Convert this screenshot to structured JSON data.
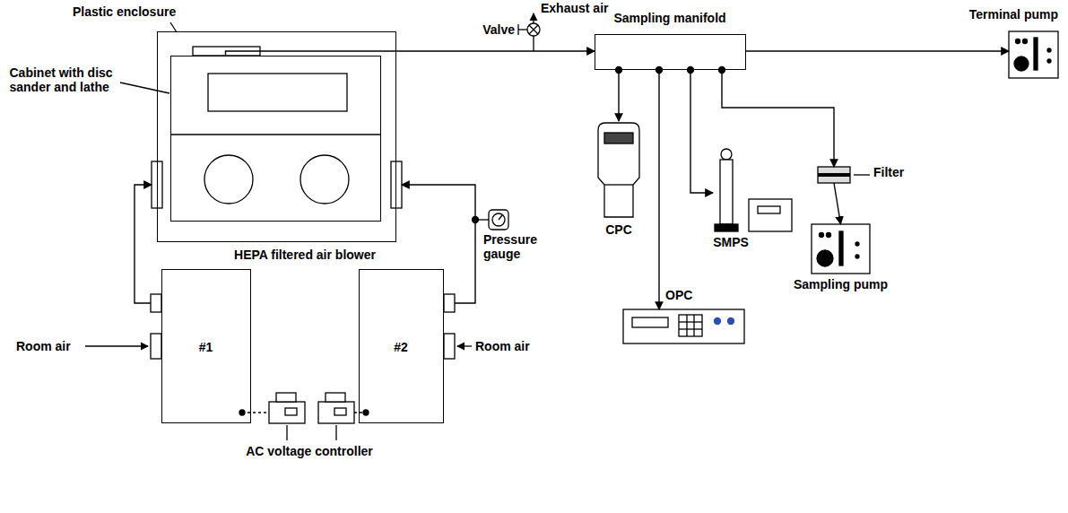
{
  "diagram": {
    "nodes": [
      {
        "text": [
          "Plastic enclosure"
        ]
      },
      {
        "text": [
          "Cabinet with disc sander and lathe"
        ],
        "in": 0
      },
      {
        "text": [
          "#1"
        ]
      },
      {
        "text": [
          "#2"
        ]
      },
      {
        "text": [
          "Sampling manifold"
        ]
      },
      {
        "text": [
          "CPC"
        ]
      },
      {
        "text": [
          "OPC"
        ]
      },
      {
        "text": [
          "SMPS"
        ]
      },
      {
        "text": [
          "Filter"
        ]
      },
      {
        "text": [
          "Sampling pump"
        ]
      },
      {
        "text": [
          "Terminal pump"
        ]
      },
      {
        "text": [
          "Pressure gauge"
        ]
      }
    ],
    "edges": [
      {
        "from": 1,
        "to": 4,
        "arrow": "to"
      },
      {
        "from": 2,
        "to": 0,
        "arrow": "to"
      },
      {
        "from": 3,
        "to": 0,
        "arrow": "to"
      },
      {
        "from": 4,
        "to": 5,
        "arrow": "to"
      },
      {
        "from": 4,
        "to": 6,
        "arrow": "to"
      },
      {
        "from": 4,
        "to": 7,
        "arrow": "to"
      },
      {
        "from": 4,
        "to": 8,
        "arrow": "to"
      },
      {
        "from": 8,
        "to": 9,
        "arrow": "to"
      },
      {
        "from": 4,
        "to": 10,
        "arrow": "to"
      }
    ],
    "labels": [
      "Exhaust air",
      "Valve",
      "HEPA filtered air blower",
      "Room air",
      "Room air",
      "AC voltage controller"
    ]
  }
}
